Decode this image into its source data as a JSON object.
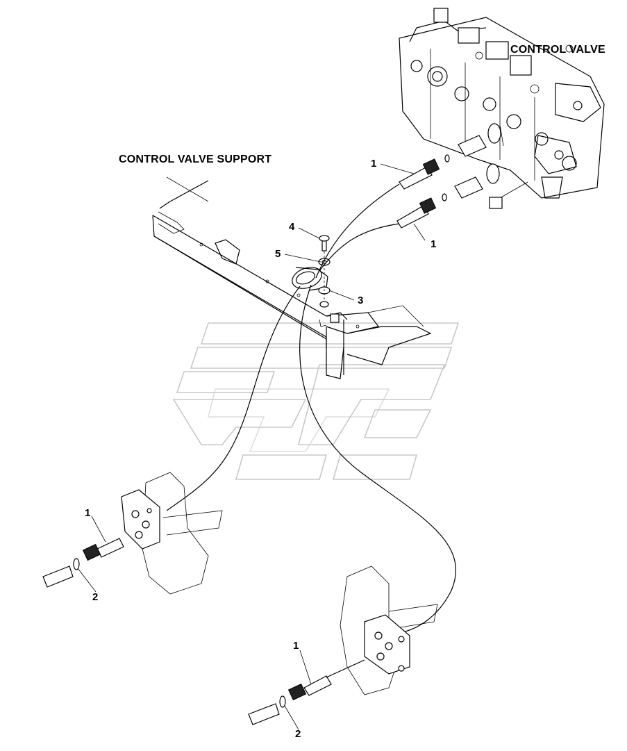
{
  "labels": {
    "control_valve": "CONTROL VALVE",
    "control_valve_support": "CONTROL VALVE SUPPORT"
  },
  "callouts": {
    "c1_top": "1",
    "c1_mid": "1",
    "c1_left": "1",
    "c1_bottom": "1",
    "c2_left": "2",
    "c2_bottom": "2",
    "c3": "3",
    "c4": "4",
    "c5": "5"
  }
}
